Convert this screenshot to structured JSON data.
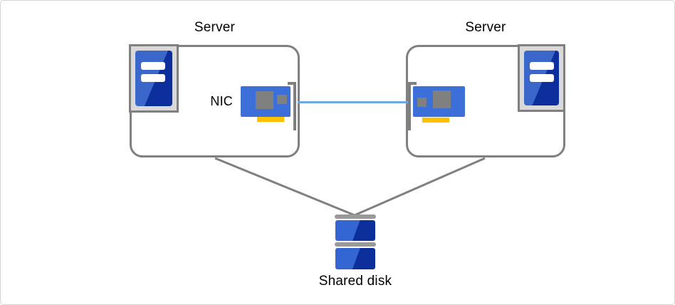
{
  "diagram": {
    "nodes": {
      "server_left": {
        "label": "Server"
      },
      "server_right": {
        "label": "Server"
      },
      "nic": {
        "label": "NIC"
      },
      "shared_disk": {
        "label": "Shared disk"
      }
    },
    "edges": [
      {
        "from": "nic-left",
        "to": "nic-right",
        "style": "heartbeat-link",
        "color": "#6fa8dc"
      },
      {
        "from": "server_left",
        "to": "shared_disk",
        "color": "#808080"
      },
      {
        "from": "server_right",
        "to": "shared_disk",
        "color": "#808080"
      }
    ],
    "colors": {
      "box_border_gray": "#808080",
      "icon_frame_gray": "#d9d9d9",
      "tower_blue_light": "#3a67c9",
      "tower_blue_dark": "#0d2f9d",
      "nic_card_blue": "#3d6fd8",
      "nic_chip_gray": "#808080",
      "nic_connector_yellow": "#ffc000",
      "nic_link_blue": "#6fa8dc",
      "disk_blue_light": "#3366d3",
      "disk_blue_dark": "#0d2f9b",
      "disk_cap_gray": "#999999",
      "text_color": "#000000"
    }
  }
}
